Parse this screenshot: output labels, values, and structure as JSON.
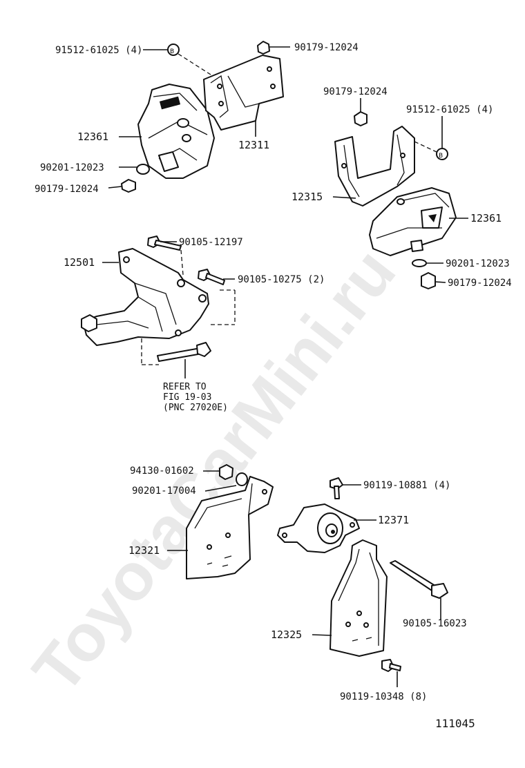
{
  "watermark": "ToyotaCarMini.ru",
  "figure_number": "111045",
  "reference_note": {
    "line1": "REFER TO",
    "line2": "FIG 19-03",
    "line3": "(PNC 27020E)"
  },
  "callouts": {
    "c1": "91512-61025 (4)",
    "c2": "90179-12024",
    "c3": "12361",
    "c4": "12311",
    "c5": "90201-12023",
    "c6": "90179-12024",
    "c7": "90179-12024",
    "c8": "91512-61025 (4)",
    "c9": "12315",
    "c10": "12361",
    "c11": "90201-12023",
    "c12": "90179-12024",
    "c13": "12501",
    "c14": "90105-12197",
    "c15": "90105-10275 (2)",
    "c16": "94130-01602",
    "c17": "90201-17004",
    "c18": "12321",
    "c19": "90119-10881 (4)",
    "c20": "12371",
    "c21": "90105-16023",
    "c22": "12325",
    "c23": "90119-10348 (8)"
  }
}
